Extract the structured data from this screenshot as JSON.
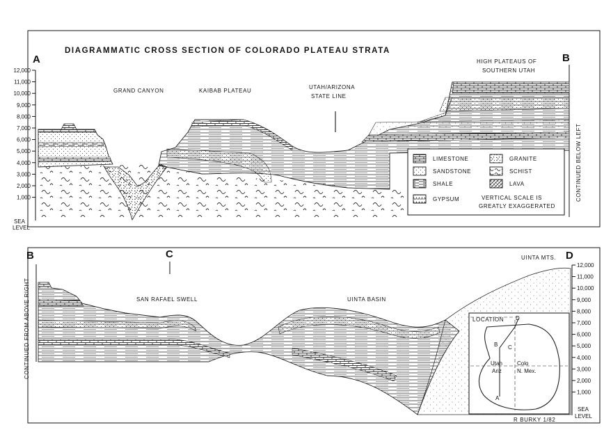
{
  "title": "DIAGRAMMATIC CROSS SECTION OF COLORADO PLATEAU STRATA",
  "points": {
    "a": "A",
    "b_top": "B",
    "b_bottom": "B",
    "c": "C",
    "d": "D"
  },
  "locations": {
    "grand_canyon": "GRAND CANYON",
    "kaibab_plateau": "KAIBAB PLATEAU",
    "state_line_1": "UTAH/ARIZONA",
    "state_line_2": "STATE LINE",
    "high_plateaus_1": "HIGH PLATEAUS OF",
    "high_plateaus_2": "SOUTHERN UTAH",
    "san_rafael": "SAN RAFAEL SWELL",
    "uinta_basin": "UINTA BASIN",
    "uinta_mts": "UINTA MTS."
  },
  "side_notes": {
    "continued_below_left": "CONTINUED BELOW LEFT",
    "continued_from_above_right": "CONTINUED FROM ABOVE RIGHT"
  },
  "elevation_ticks": [
    "12,000",
    "11,000",
    "10,000",
    "9,000",
    "8,000",
    "7,000",
    "6,000",
    "5,000",
    "4,000",
    "3,000",
    "2,000",
    "1,000"
  ],
  "sea_level": {
    "line1": "SEA",
    "line2": "LEVEL"
  },
  "legend": {
    "items": [
      {
        "label": "LIMESTONE",
        "icon": "limestone-pattern"
      },
      {
        "label": "SANDSTONE",
        "icon": "sandstone-pattern"
      },
      {
        "label": "SHALE",
        "icon": "shale-pattern"
      },
      {
        "label": "GYPSUM",
        "icon": "gypsum-pattern"
      },
      {
        "label": "GRANITE",
        "icon": "granite-pattern"
      },
      {
        "label": "SCHIST",
        "icon": "schist-pattern"
      },
      {
        "label": "LAVA",
        "icon": "lava-pattern"
      }
    ],
    "note_1": "VERTICAL SCALE IS",
    "note_2": "GREATLY EXAGGERATED"
  },
  "inset_map": {
    "title": "LOCATION",
    "d": "D",
    "b": "B",
    "c": "C",
    "a": "A",
    "utah": "Utah",
    "colo": "Colo",
    "ariz": "Ariz",
    "nmex": "N. Mex."
  },
  "credit": "R BURKY 1/82"
}
